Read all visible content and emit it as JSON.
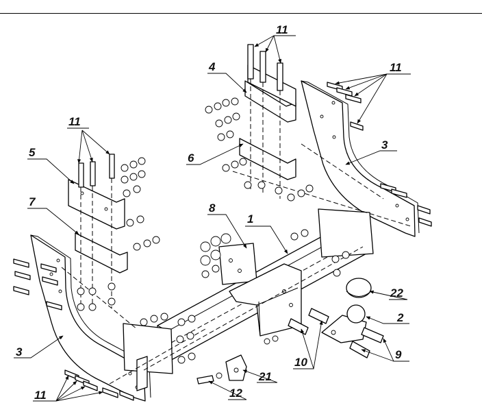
{
  "diagram": {
    "callouts": [
      {
        "id": "c1",
        "text": "1"
      },
      {
        "id": "c2",
        "text": "2"
      },
      {
        "id": "c3a",
        "text": "3"
      },
      {
        "id": "c3b",
        "text": "3"
      },
      {
        "id": "c4",
        "text": "4"
      },
      {
        "id": "c5",
        "text": "5"
      },
      {
        "id": "c6",
        "text": "6"
      },
      {
        "id": "c7",
        "text": "7"
      },
      {
        "id": "c8",
        "text": "8"
      },
      {
        "id": "c9",
        "text": "9"
      },
      {
        "id": "c10",
        "text": "10"
      },
      {
        "id": "c11a",
        "text": "11"
      },
      {
        "id": "c11b",
        "text": "11"
      },
      {
        "id": "c11c",
        "text": "11"
      },
      {
        "id": "c11d",
        "text": "11"
      },
      {
        "id": "c12",
        "text": "12"
      },
      {
        "id": "c21",
        "text": "21"
      },
      {
        "id": "c22",
        "text": "22"
      }
    ]
  }
}
